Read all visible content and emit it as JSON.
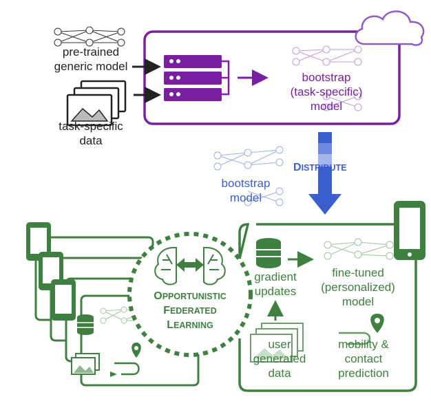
{
  "colors": {
    "purple": "#7a1fa2",
    "blue": "#3b5fcf",
    "green": "#3f7f3f",
    "dark": "#222222",
    "cloud": "#8e5cc8"
  },
  "icons": [
    "cloud-icon",
    "server-icon",
    "neural-network-icon",
    "photo-stack-icon",
    "smartphone-icon",
    "database-icon",
    "brain-icon",
    "map-pin-icon",
    "route-icon"
  ],
  "top": {
    "pretrained_line1": "pre-trained",
    "pretrained_line2": "generic model",
    "taskdata_line1": "task-specific",
    "taskdata_line2": "data",
    "bootstrap_line1": "bootstrap",
    "bootstrap_line2": "(task-specific)",
    "bootstrap_line3": "model"
  },
  "middle": {
    "distribute_first": "D",
    "distribute_rest": "ISTRIBUTE",
    "bootstrap_line1": "bootstrap",
    "bootstrap_line2": "model"
  },
  "ofl": {
    "line1_first": "O",
    "line1_rest": "PPORTUNISTIC",
    "line2_first": "F",
    "line2_rest": "EDERATED",
    "line3_first": "L",
    "line3_rest": "EARNING"
  },
  "device": {
    "gradient_line1": "gradient",
    "gradient_line2": "updates",
    "finetuned_line1": "fine-tuned",
    "finetuned_line2": "(personalized)",
    "finetuned_line3": "model",
    "user_line1": "user",
    "user_line2": "generated",
    "user_line3": "data",
    "mobility_line1": "mobility &",
    "mobility_line2": "contact",
    "mobility_line3": "prediction"
  }
}
